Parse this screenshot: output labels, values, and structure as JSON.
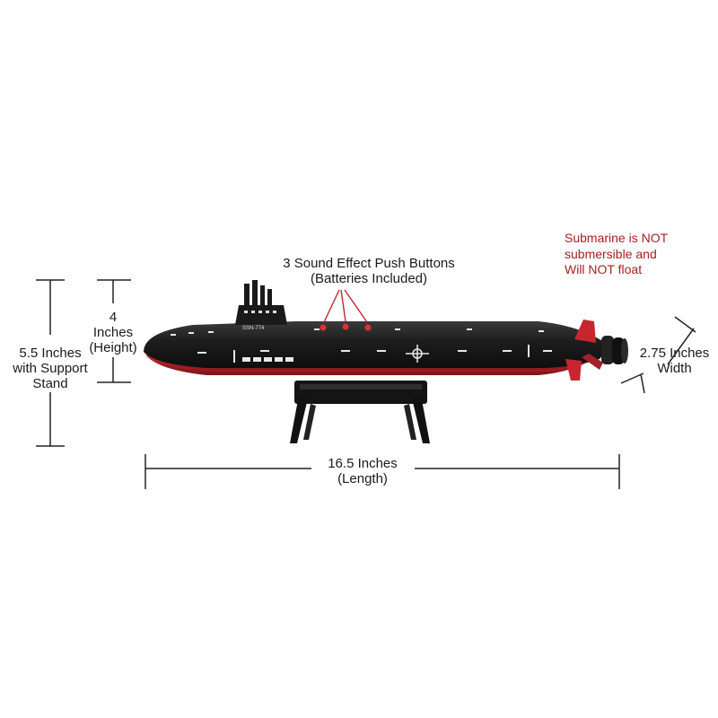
{
  "annotations": {
    "buttons_title": "3 Sound Effect Push Buttons",
    "buttons_subtitle": "(Batteries Included)",
    "height": [
      "4",
      "Inches",
      "(Height)"
    ],
    "overall_height": [
      "5.5 Inches",
      "with Support",
      "Stand"
    ],
    "width": [
      "2.75 Inches",
      "Width"
    ],
    "length": [
      "16.5 Inches",
      "(Length)"
    ],
    "warning": [
      "Submarine is NOT",
      "submersible and",
      "Will NOT float"
    ]
  },
  "hull_marking": "SSN-774",
  "colors": {
    "hull": "#1c1c1c",
    "keel": "#b8232a",
    "fin": "#c8262e",
    "warning_text": "#a81f1f",
    "dimension_line": "#222222",
    "sound_button": "#d8342f"
  }
}
